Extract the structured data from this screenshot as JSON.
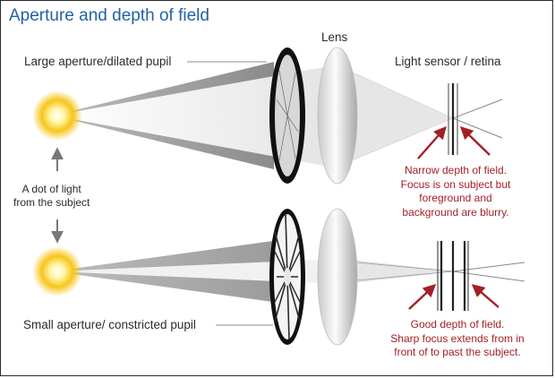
{
  "title": "Aperture and depth of field",
  "labels": {
    "lens": "Lens",
    "light_sensor": "Light sensor / retina",
    "large_aperture": "Large aperture/dilated pupil",
    "small_aperture": "Small aperture/ constricted pupil",
    "dot_of_light_line1": "A dot of light",
    "dot_of_light_line2": "from the subject"
  },
  "notes": {
    "narrow": [
      "Narrow depth of field.",
      "Focus is on subject but",
      "foreground and",
      "background are blurry."
    ],
    "good": [
      "Good depth of field.",
      "Sharp focus extends from in",
      "front of to past the subject."
    ]
  },
  "colors": {
    "title": "#2461a7",
    "note_text": "#a31f26",
    "arrow": "#a31f26",
    "sun": "#f7c51b"
  },
  "icons": [
    "sun-icon",
    "aperture-ring-icon",
    "lens-icon",
    "sensor-lines-icon",
    "arrow-icon"
  ]
}
